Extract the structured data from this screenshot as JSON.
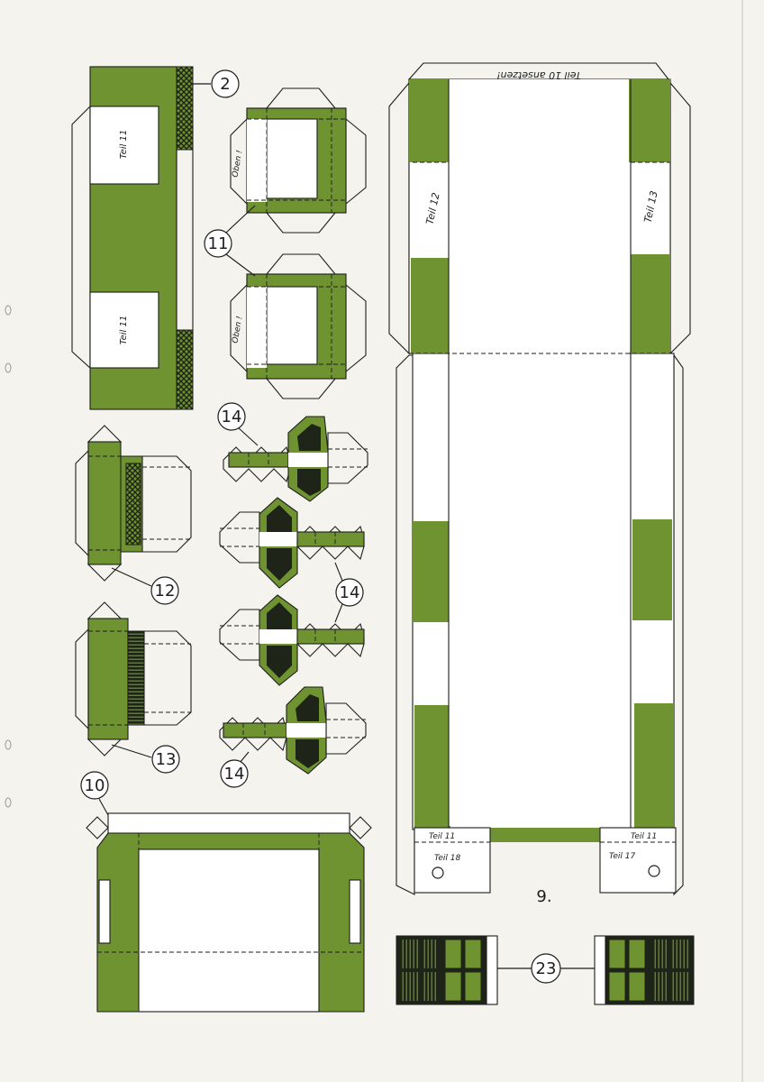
{
  "colors": {
    "paper": "#f4f3ee",
    "part_green": "#6e9330",
    "ink": "#1d1d1d",
    "hatch": "#1e2417"
  },
  "part_numbers": {
    "p2": "2",
    "p9": "9.",
    "p10": "10",
    "p11": "11",
    "p12": "12",
    "p13": "13",
    "p14": "14",
    "p23": "23"
  },
  "labels": {
    "teil11": "Teil 11",
    "teil12": "Teil 12",
    "teil13": "Teil 13",
    "teil17": "Teil 17",
    "teil18": "Teil 18",
    "oben": "Oben !",
    "teil10_ansetzen": "Teil 10 ansetzen!"
  }
}
